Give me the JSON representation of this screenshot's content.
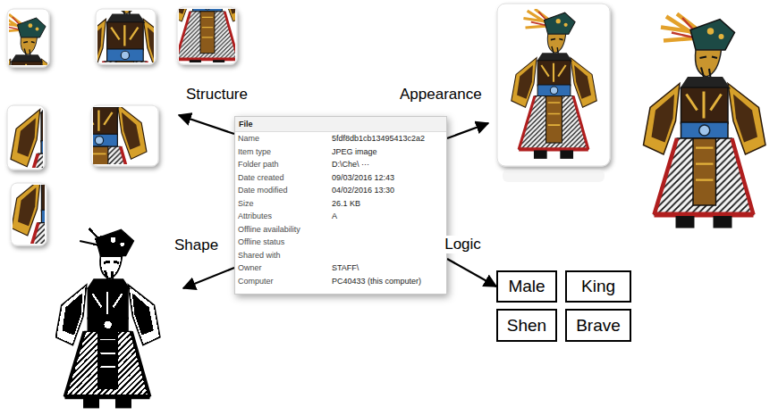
{
  "diagram": {
    "nodes": [
      {
        "text": [
          "File",
          "Name",
          "5fdf8db1cb13495413c2a2",
          "Item type",
          "JPEG image",
          "Folder path",
          "D:\\Che\\ ···",
          "Date created",
          "09/03/2016 12:43",
          "Date modified",
          "04/02/2016 13:30",
          "Size",
          "26.1 KB",
          "Attributes",
          "A",
          "Offline availability",
          "Offline status",
          "Shared with",
          "Owner",
          "STAFF\\",
          "Computer",
          "PC40433 (this computer)"
        ]
      },
      {
        "text": [
          "Male"
        ]
      },
      {
        "text": [
          "King"
        ]
      },
      {
        "text": [
          "Shen"
        ]
      },
      {
        "text": [
          "Brave"
        ]
      }
    ],
    "edges": [
      {
        "from": 0,
        "to": 1,
        "arrow": "to",
        "label": "Logic"
      }
    ],
    "labels": [
      "Structure",
      "Appearance",
      "Shape"
    ]
  }
}
